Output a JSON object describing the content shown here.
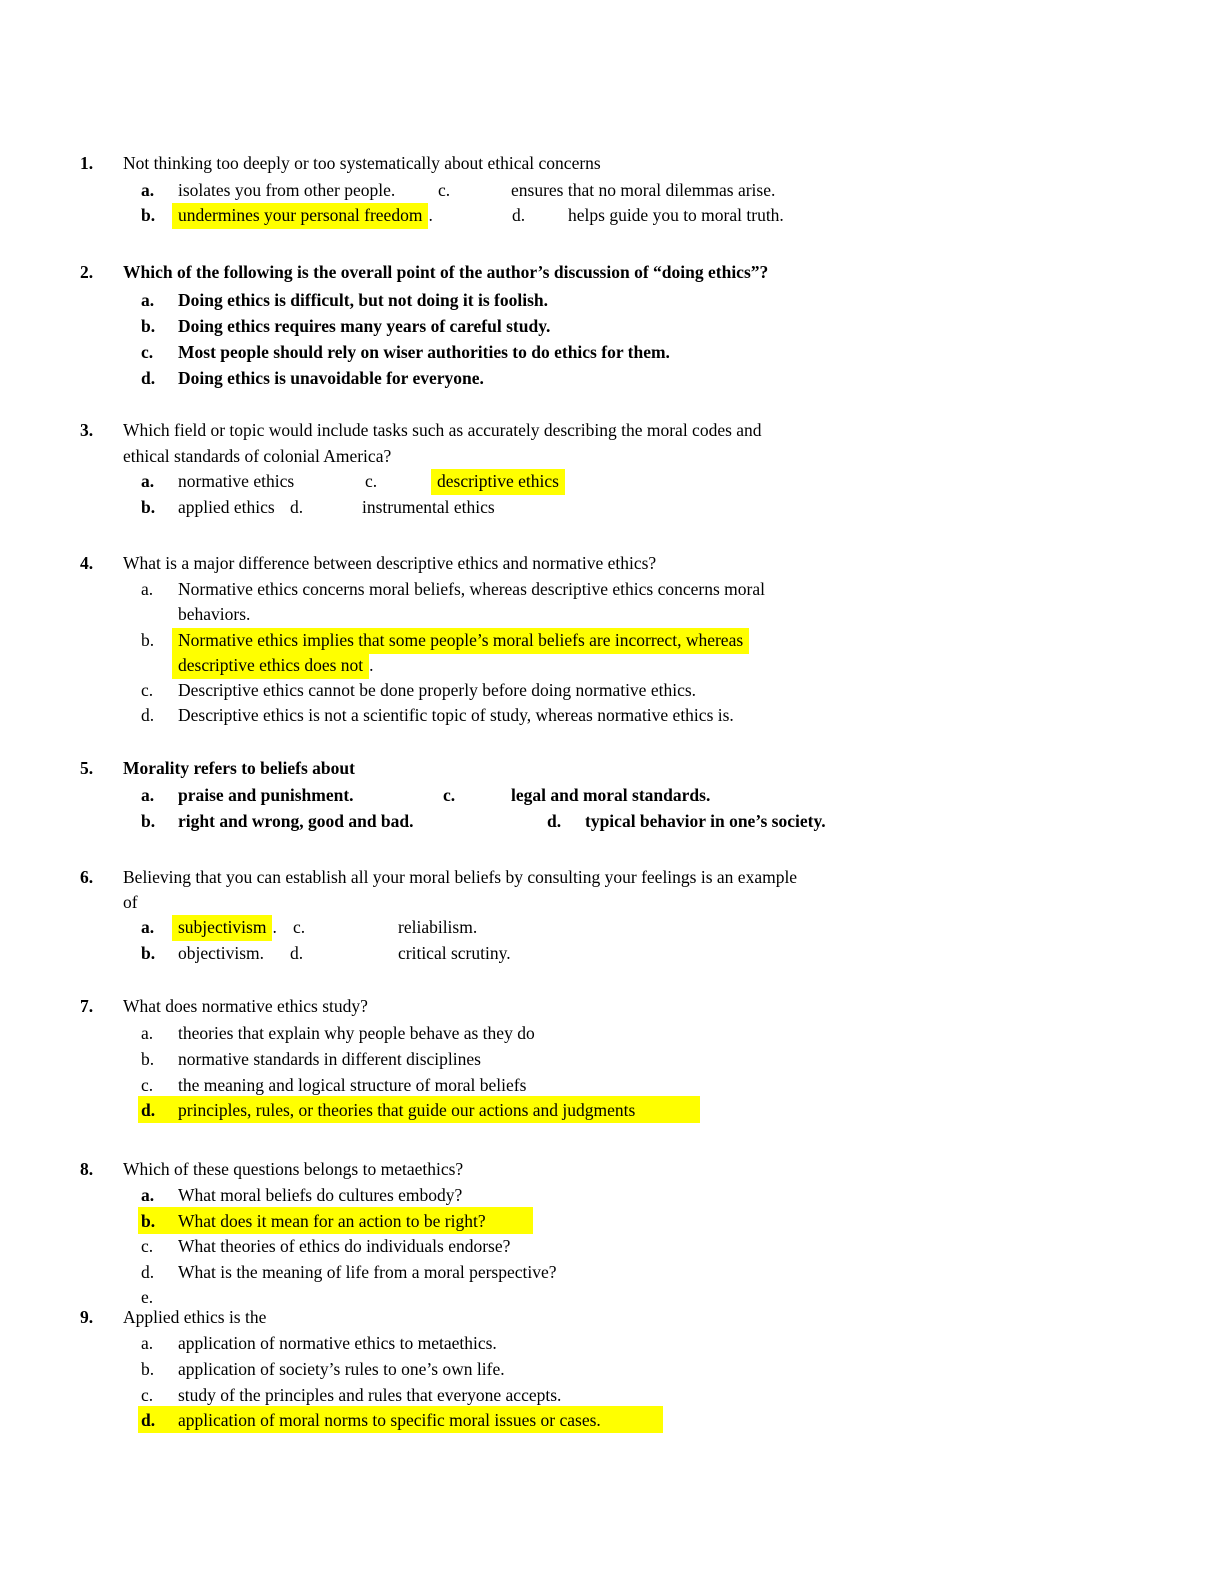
{
  "page": {
    "background": "#ffffff",
    "highlight_color": "#ffff00",
    "text_color": "#000000"
  },
  "questions": [
    {
      "number": "1.",
      "text": "Not thinking too deeply or too systematically about ethical concerns",
      "highlighted_answer": "b",
      "options": [
        {
          "letter": "a.",
          "text": "isolates you from other people.",
          "letter2": "c.",
          "text2": "ensures that no moral dilemmas arise."
        },
        {
          "letter": "b.",
          "text": "undermines your personal freedom",
          "suffix": ".",
          "letter2": "d.",
          "text2": "helps guide you to moral truth."
        }
      ]
    },
    {
      "number": "2.",
      "text": "Which of the following is the overall point of the author’s discussion of “doing ethics”?",
      "options": [
        {
          "letter": "a.",
          "text": "Doing ethics is difficult, but not doing it is foolish."
        },
        {
          "letter": "b.",
          "text": "Doing ethics requires many years of careful study."
        },
        {
          "letter": "c.",
          "text": "Most people should rely on wiser authorities to do ethics for them."
        },
        {
          "letter": "d.",
          "text": "Doing ethics is unavoidable for everyone."
        }
      ]
    },
    {
      "number": "3.",
      "text": "Which field or topic would include tasks such as accurately describing the moral codes and",
      "text2": "ethical standards of colonial America?",
      "highlighted_answer": "c",
      "options": [
        {
          "letter": "a.",
          "text": "normative ethics",
          "letter2": "c.",
          "text2": "descriptive ethics"
        },
        {
          "letter": "b.",
          "text": "applied ethics",
          "letter2": "d.",
          "text2": "instrumental ethics"
        }
      ]
    },
    {
      "number": "4.",
      "text": "What is a major difference between descriptive ethics and normative ethics?",
      "highlighted_answer": "b",
      "options": [
        {
          "letter": "a.",
          "text": "Normative ethics concerns moral beliefs, whereas descriptive ethics concerns moral",
          "text2": "behaviors."
        },
        {
          "letter": "b.",
          "text": "Normative ethics implies that some people’s moral beliefs are incorrect, whereas",
          "text2": "descriptive ethics does not",
          "suffix": "."
        },
        {
          "letter": "c.",
          "text": "Descriptive ethics cannot be done properly before doing normative ethics."
        },
        {
          "letter": "d.",
          "text": "Descriptive ethics is not a scientific topic of study, whereas normative ethics is."
        }
      ]
    },
    {
      "number": "5.",
      "text": "Morality refers to beliefs about",
      "options": [
        {
          "letter": "a.",
          "text": "praise and punishment.",
          "letter2": "c.",
          "text2": "legal and moral standards."
        },
        {
          "letter": "b.",
          "text": "right and wrong, good and bad.",
          "letter2": "d.",
          "text2": "typical behavior in one’s society."
        }
      ]
    },
    {
      "number": "6.",
      "text": "Believing that you can establish all your moral beliefs by consulting your feelings is an example",
      "text2": "of",
      "highlighted_answer": "a",
      "options": [
        {
          "letter": "a.",
          "text": "subjectivism",
          "suffix": ".",
          "letter2": "c.",
          "text2": "reliabilism."
        },
        {
          "letter": "b.",
          "text": "objectivism.",
          "letter2": "d.",
          "text2": "critical scrutiny."
        }
      ]
    },
    {
      "number": "7.",
      "text": "What does normative ethics study?",
      "highlighted_answer": "d",
      "options": [
        {
          "letter": "a.",
          "text": "theories that explain why people behave as they do"
        },
        {
          "letter": "b.",
          "text": "normative standards in different disciplines"
        },
        {
          "letter": "c.",
          "text": "the meaning and logical structure of moral beliefs"
        },
        {
          "letter": "d.",
          "text": "principles, rules, or theories that guide our actions and judgments"
        }
      ]
    },
    {
      "number": "8.",
      "text": "Which of these questions belongs to metaethics?",
      "highlighted_answer": "b",
      "options": [
        {
          "letter": "a.",
          "text": "What moral beliefs do cultures embody?"
        },
        {
          "letter": "b.",
          "text": "What does it mean for an action to be right?"
        },
        {
          "letter": "c.",
          "text": "What theories of ethics do individuals endorse?"
        },
        {
          "letter": "d.",
          "text": "What is the meaning of life from a moral perspective?"
        },
        {
          "letter": "e.",
          "text": ""
        }
      ]
    },
    {
      "number": "9.",
      "text": "Applied ethics is the",
      "highlighted_answer": "d",
      "options": [
        {
          "letter": "a.",
          "text": "application of normative ethics to metaethics."
        },
        {
          "letter": "b.",
          "text": "application of society’s rules to one’s own life."
        },
        {
          "letter": "c.",
          "text": "study of the principles and rules that everyone accepts."
        },
        {
          "letter": "d.",
          "text": "application of moral norms to specific moral issues or cases."
        }
      ]
    }
  ]
}
